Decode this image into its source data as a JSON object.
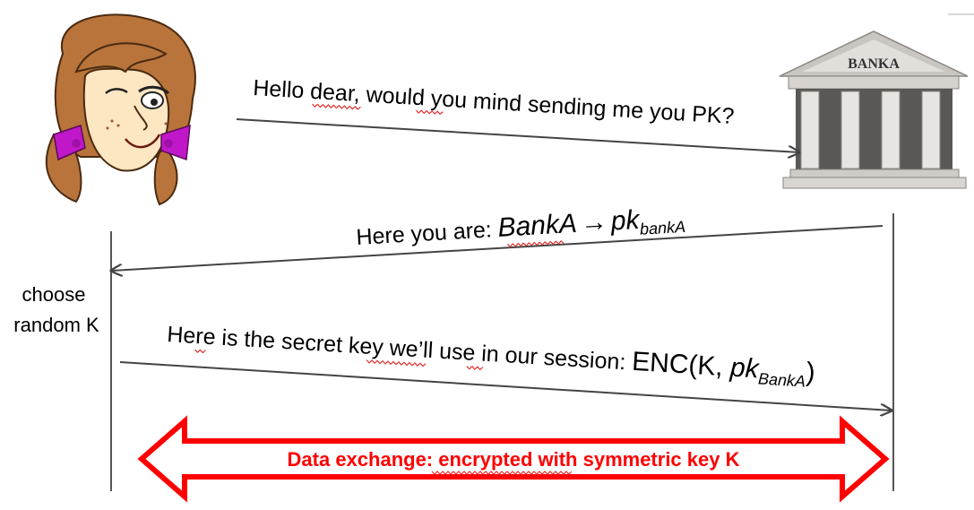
{
  "title": "",
  "participants": {
    "client": {
      "name": "",
      "icon": "girl-cartoon-icon"
    },
    "server": {
      "label": "BANKA",
      "icon": "bank-building-icon"
    }
  },
  "messages": [
    {
      "text": "Hello dear, would you mind sending me you PK?"
    },
    {
      "prefix": "Here you are: ",
      "italic": "BankA",
      "arrow": "→",
      "pk": "pk",
      "sub": "bankA"
    },
    {
      "prefix": "Here is the secret key we’ll use in our session: ",
      "enc": "ENC(K, ",
      "pk": "pk",
      "sub": "BankA",
      "close": ")"
    }
  ],
  "side_note_line1": "choose",
  "side_note_line2": "random K",
  "data_exchange": "Data exchange: encrypted with symmetric key K",
  "colors": {
    "accent_red": "#ff0000",
    "line": "#555555",
    "text": "#000000"
  }
}
